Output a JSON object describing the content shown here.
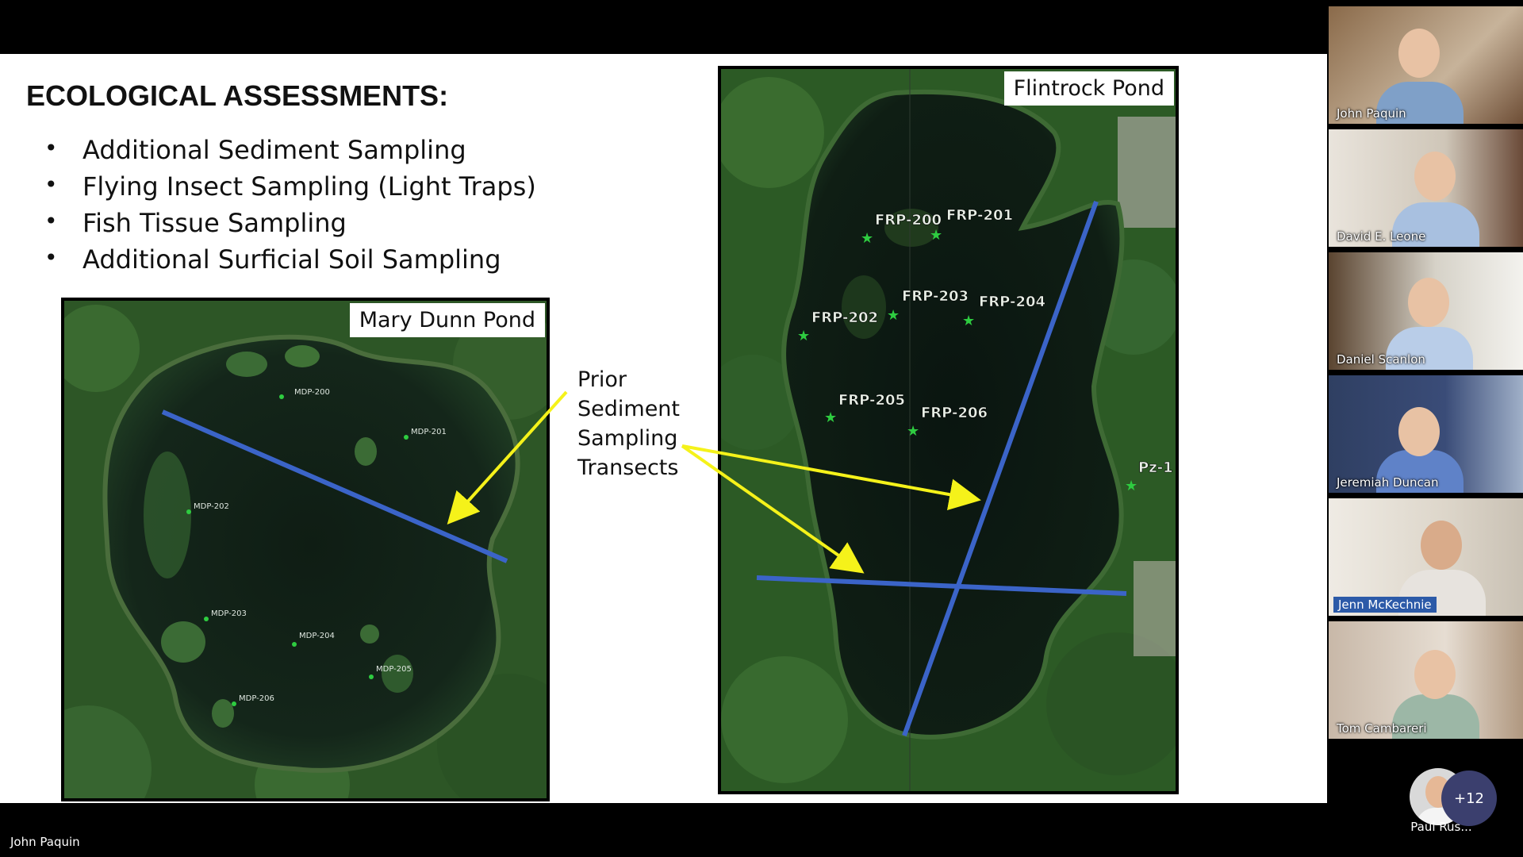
{
  "slide": {
    "title": "ECOLOGICAL ASSESSMENTS:",
    "bullets": [
      "Additional Sediment Sampling",
      "Flying Insect Sampling (Light Traps)",
      "Fish Tissue Sampling",
      "Additional Surficial Soil Sampling"
    ],
    "transect_label": [
      "Prior",
      "Sediment",
      "Sampling",
      "Transects"
    ],
    "map_left": {
      "label": "Mary Dunn Pond",
      "stations": [
        "MDP-200",
        "MDP-201",
        "MDP-202",
        "MDP-203",
        "MDP-204",
        "MDP-205",
        "MDP-206"
      ]
    },
    "map_right": {
      "label": "Flintrock Pond",
      "stations": [
        "FRP-200",
        "FRP-201",
        "FRP-202",
        "FRP-203",
        "FRP-204",
        "FRP-205",
        "FRP-206",
        "Pz-1"
      ]
    }
  },
  "participants": [
    {
      "name": "John Paquin",
      "highlight": false
    },
    {
      "name": "David E. Leone",
      "highlight": false
    },
    {
      "name": "Daniel Scanlon",
      "highlight": false
    },
    {
      "name": "Jeremiah Duncan",
      "highlight": false
    },
    {
      "name": "Jenn McKechnie",
      "highlight": true
    },
    {
      "name": "Tom Cambareri",
      "highlight": false
    }
  ],
  "avatar_participant": "Paul Rus...",
  "more_count": "+12",
  "presenter_name": "John Paquin",
  "colors": {
    "transect": "#3b64c8",
    "arrow": "#f5f21a",
    "star": "#2ecc40",
    "water": "#0e1a12",
    "trees": "#2f5a28"
  }
}
